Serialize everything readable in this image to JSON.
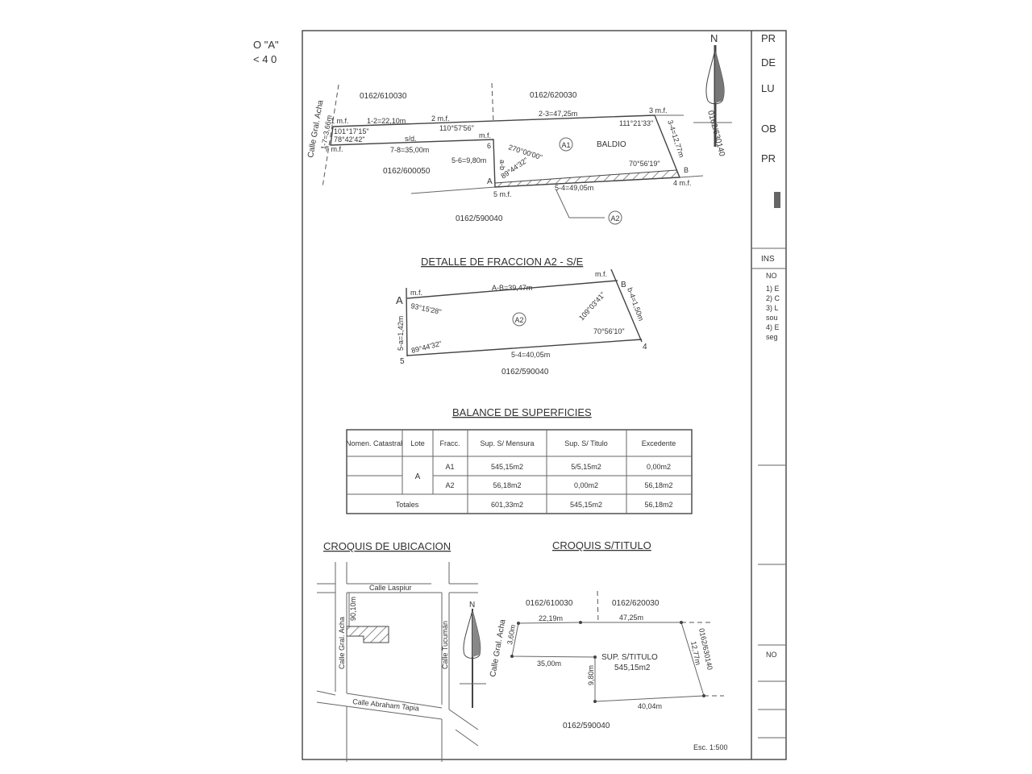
{
  "margin": {
    "line1": "O \"A\"",
    "line2": "< 4 0"
  },
  "north": "N",
  "plan": {
    "parcels": {
      "n1": "0162/610030",
      "n2": "0162/620030",
      "w": "0162/600050",
      "s": "0162/590040",
      "e": "0162/630140"
    },
    "street": "Calle Gral. Acha",
    "labels": {
      "p1": "1 m.f.",
      "p2": "2 m.f.",
      "p3": "3 m.f.",
      "p4": "4 m.f.",
      "p5": "5 m.f.",
      "p6": "6",
      "p6mf": "m.f.",
      "p7": "7 m.f.",
      "pA": "A",
      "pB": "B",
      "d12": "1-2=22,10m",
      "d23": "2-3=47,25m",
      "d34": "3-4=12,77m",
      "d54": "5-4=49,05m",
      "d56": "5-6=9,80m",
      "d78": "7-8=35,00m",
      "d17": "1-7=3,66m",
      "sd": "s/d.",
      "a1": "101°17'15\"",
      "a7": "78°42'42\"",
      "a2": "110°57'56\"",
      "a3": "111°21'33\"",
      "a6": "270°00'00\"",
      "aA": "89°44'32\"",
      "a4": "70°56'19\"",
      "lotA1": "A1",
      "baldio": "BALDIO",
      "lotA2": "A2",
      "ab": "a-b"
    }
  },
  "detail": {
    "title": "DETALLE DE FRACCION A2 - S/E",
    "pA": "A",
    "pB": "B",
    "p4": "4",
    "p5": "5",
    "mfA": "m.f.",
    "mfB": "m.f.",
    "dAB": "A-B=39,47m",
    "dB4": "b-4=1,50m",
    "d54": "5-4=40,05m",
    "d5A": "5-a=1,42m",
    "aA": "93°15'28\"",
    "aB": "109°03'41\"",
    "a4": "70°56'10\"",
    "a5": "89°44'32\"",
    "lot": "A2",
    "parcel": "0162/590040"
  },
  "balance": {
    "title": "BALANCE DE SUPERFICIES",
    "headers": [
      "Nomen. Catastral",
      "Lote",
      "Fracc.",
      "Sup. S/ Mensura",
      "Sup. S/ Titulo",
      "Excedente"
    ],
    "lote": "A",
    "rows": [
      {
        "fracc": "A1",
        "mensura": "545,15m2",
        "titulo": "5/5,15m2",
        "excedente": "0,00m2"
      },
      {
        "fracc": "A2",
        "mensura": "56,18m2",
        "titulo": "0,00m2",
        "excedente": "56,18m2"
      }
    ],
    "totals": {
      "label": "Totales",
      "mensura": "601,33m2",
      "titulo": "545,15m2",
      "excedente": "56,18m2"
    }
  },
  "ubicacion": {
    "title": "CROQUIS DE UBICACION",
    "streets": {
      "top": "Calle Laspiur",
      "left": "Calle Gral. Acha",
      "right": "Calle Tucumán",
      "bottom": "Calle Abraham Tapia"
    },
    "dist": "90,10m",
    "north": "N"
  },
  "titulo": {
    "title": "CROQUIS S/TITULO",
    "parcels": {
      "n1": "0162/610030",
      "n2": "0162/620030",
      "e": "0162/630140",
      "s": "0162/590040"
    },
    "street": "Calle Gral. Acha",
    "dims": {
      "top1": "22,19m",
      "top2": "47,25m",
      "left": "3,60m",
      "mid": "35,00m",
      "vert": "9,80m",
      "bottom": "40,04m",
      "right": "12,77m"
    },
    "sup_label": "SUP. S/TITULO",
    "sup_value": "545,15m2"
  },
  "scale": "Esc. 1:500",
  "sidebar": {
    "items": [
      "PR",
      "DE",
      "LU",
      "OB",
      "PR",
      "INS",
      "NO",
      "1) E",
      "2) C",
      "3) L",
      "sou",
      "4) E",
      "seg",
      "NO"
    ]
  }
}
